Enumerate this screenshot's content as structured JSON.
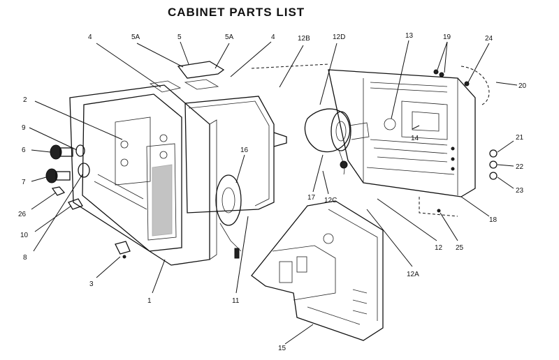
{
  "title": "CABINET PARTS LIST",
  "labels": [
    "1",
    "2",
    "3",
    "4",
    "4",
    "5",
    "5A",
    "5A",
    "6",
    "7",
    "8",
    "9",
    "10",
    "11",
    "12",
    "12A",
    "12B",
    "12C",
    "12D",
    "13",
    "14",
    "15",
    "16",
    "17",
    "18",
    "19",
    "20",
    "21",
    "22",
    "23",
    "24",
    "25",
    "26"
  ]
}
